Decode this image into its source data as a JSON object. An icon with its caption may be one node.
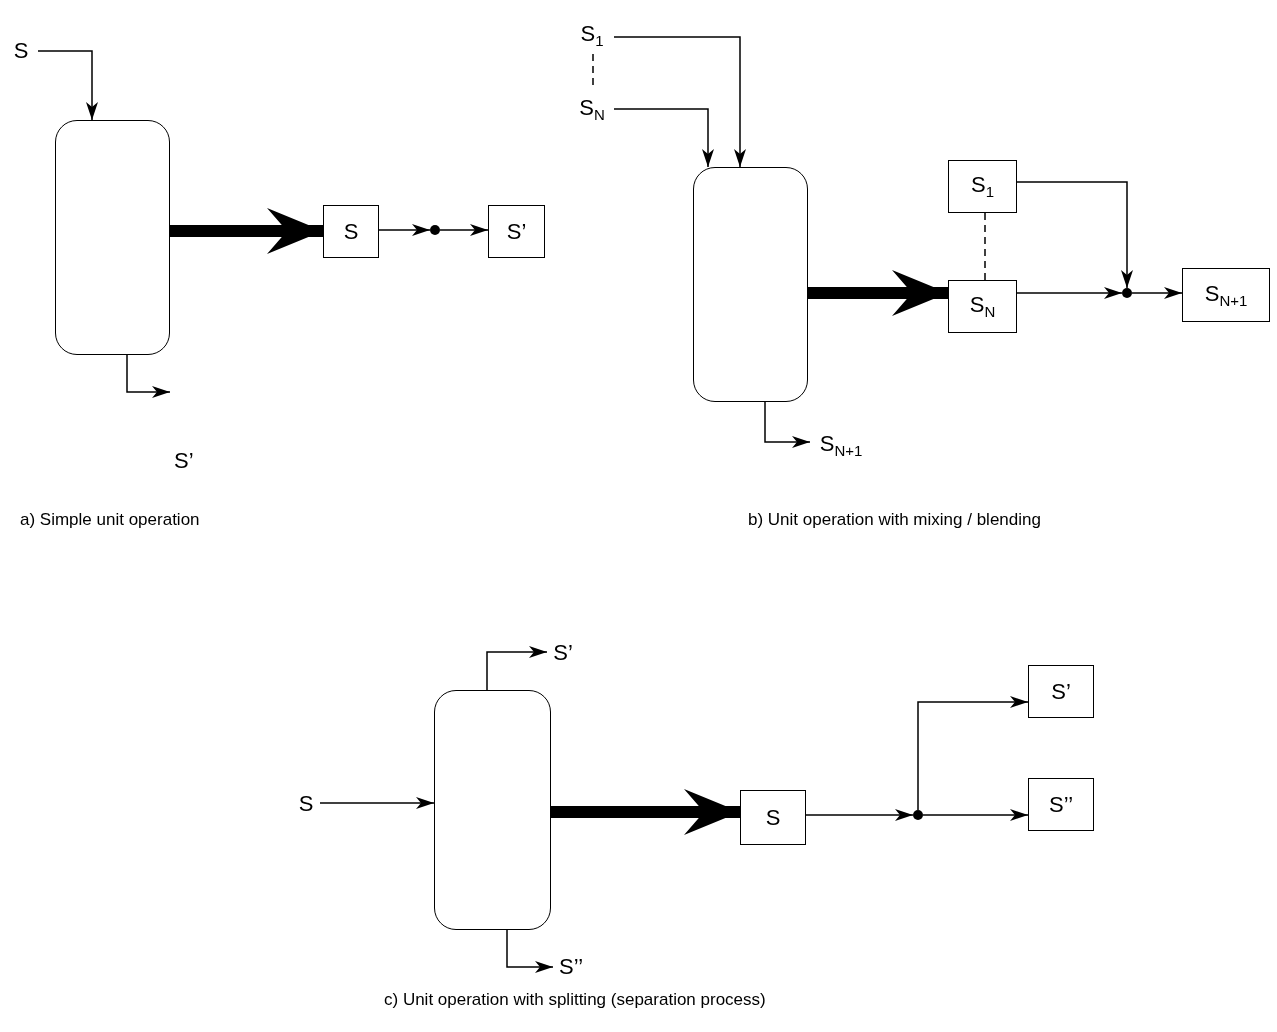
{
  "diagram": {
    "nodes": [
      {
        "text": [
          "S"
        ]
      },
      {
        "text": [],
        "shape": "box"
      },
      {
        "text": [
          "S"
        ]
      },
      {
        "text": [],
        "shape": "circle"
      },
      {
        "text": [
          "S’"
        ]
      },
      {
        "text": [
          "S$_{1}$"
        ]
      },
      {
        "text": [
          "S$_{N}$"
        ]
      },
      {
        "text": [],
        "shape": "box"
      },
      {
        "text": [
          "S$_{N+1}$"
        ]
      },
      {
        "text": [
          "S$_{1}$"
        ]
      },
      {
        "text": [
          "S$_{N}$"
        ]
      },
      {
        "text": [],
        "shape": "circle"
      },
      {
        "text": [
          "S$_{N+1}$"
        ]
      },
      {
        "text": [
          "S’"
        ]
      },
      {
        "text": [
          "S"
        ]
      },
      {
        "text": [],
        "shape": "box"
      },
      {
        "text": [
          "S’’"
        ]
      },
      {
        "text": [
          "S"
        ]
      },
      {
        "text": [],
        "shape": "circle"
      },
      {
        "text": [
          "S’"
        ]
      },
      {
        "text": [
          "S’’"
        ]
      }
    ],
    "edges": [
      {
        "from": 0,
        "to": 1,
        "arrow": "to"
      },
      {
        "from": 1,
        "to": null,
        "arrow": "to"
      },
      {
        "from": 1,
        "to": 2,
        "arrow": "to",
        "style": "thick"
      },
      {
        "from": 2,
        "to": 3,
        "arrow": "to"
      },
      {
        "from": 3,
        "to": 4,
        "arrow": "to"
      },
      {
        "from": 5,
        "to": 6,
        "arrow": "none",
        "style": "dashed"
      },
      {
        "from": 5,
        "to": 7,
        "arrow": "to"
      },
      {
        "from": 6,
        "to": 7,
        "arrow": "to"
      },
      {
        "from": 7,
        "to": 8,
        "arrow": "to"
      },
      {
        "from": 7,
        "to": 10,
        "arrow": "to",
        "style": "thick"
      },
      {
        "from": 9,
        "to": 10,
        "arrow": "none",
        "style": "dashed"
      },
      {
        "from": 9,
        "to": 11,
        "arrow": "to"
      },
      {
        "from": 10,
        "to": 11,
        "arrow": "to"
      },
      {
        "from": 11,
        "to": 12,
        "arrow": "to"
      },
      {
        "from": 14,
        "to": 15,
        "arrow": "to"
      },
      {
        "from": 15,
        "to": 13,
        "arrow": "to"
      },
      {
        "from": 15,
        "to": 16,
        "arrow": "to"
      },
      {
        "from": 15,
        "to": 17,
        "arrow": "to",
        "style": "thick"
      },
      {
        "from": 17,
        "to": 18,
        "arrow": "to"
      },
      {
        "from": 18,
        "to": 19,
        "arrow": "to"
      },
      {
        "from": 18,
        "to": 20,
        "arrow": "to"
      }
    ],
    "labels": [
      "S’",
      "a) Simple unit operation",
      "b) Unit operation with mixing / blending",
      "c) Unit operation with splitting (separation process)"
    ]
  }
}
